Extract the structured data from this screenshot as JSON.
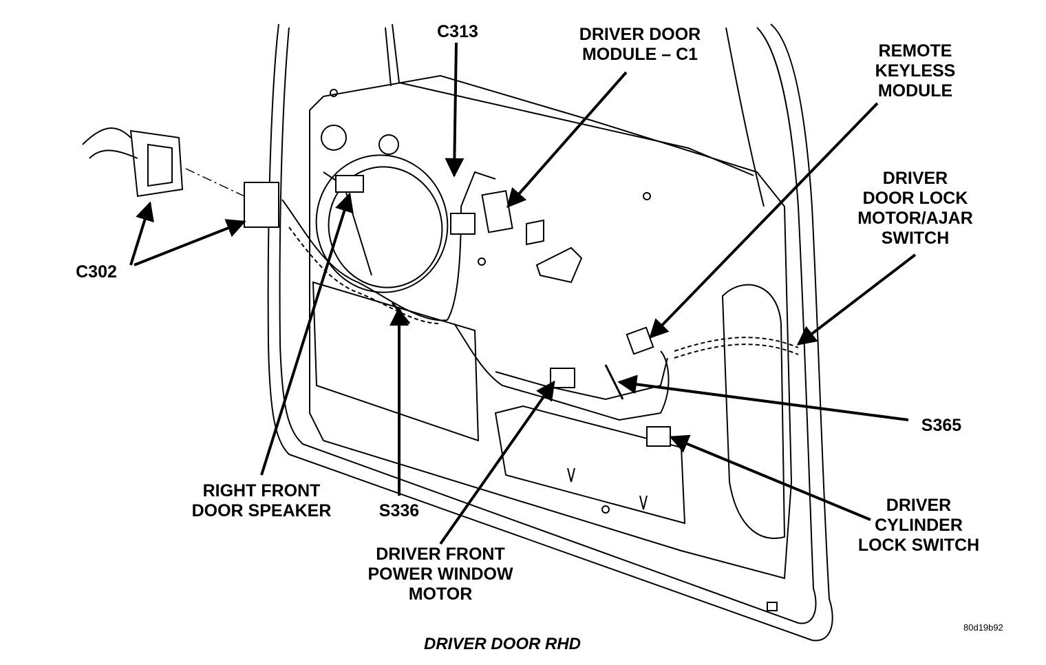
{
  "labels": {
    "c313": [
      "C313"
    ],
    "driver_door_module": [
      "DRIVER DOOR",
      "MODULE – C1"
    ],
    "remote_keyless": [
      "REMOTE",
      "KEYLESS",
      "MODULE"
    ],
    "door_lock_motor": [
      "DRIVER",
      "DOOR LOCK",
      "MOTOR/AJAR",
      "SWITCH"
    ],
    "c302": [
      "C302"
    ],
    "s365": [
      "S365"
    ],
    "right_front_speaker": [
      "RIGHT FRONT",
      "DOOR SPEAKER"
    ],
    "s336": [
      "S336"
    ],
    "power_window_motor": [
      "DRIVER FRONT",
      "POWER WINDOW",
      "MOTOR"
    ],
    "cylinder_lock_switch": [
      "DRIVER",
      "CYLINDER",
      "LOCK SWITCH"
    ]
  },
  "caption": "DRIVER DOOR RHD",
  "figure_id": "80d19b92",
  "colors": {
    "line": "#000000",
    "background": "#ffffff"
  }
}
